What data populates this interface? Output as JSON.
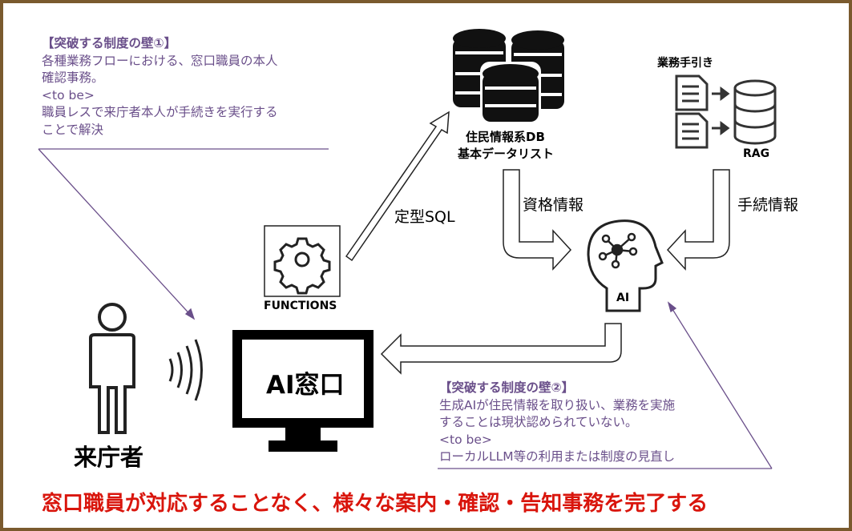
{
  "note1": {
    "title": "【突破する制度の壁①】",
    "lines": [
      "各種業務フローにおける、窓口職員の本人",
      "確認事務。",
      "<to be>",
      "職員レスで来庁者本人が手続きを実行する",
      "ことで解決"
    ]
  },
  "note2": {
    "title": "【突破する制度の壁②】",
    "lines": [
      "生成AIが住民情報を取り扱い、業務を実施",
      "することは現状認められていない。",
      "<to be>",
      "ローカルLLM等の利用または制度の見直し"
    ]
  },
  "db": {
    "line1": "住民情報系DB",
    "line2": "基本データリスト"
  },
  "manual": {
    "label": "業務手引き"
  },
  "rag": {
    "label": "RAG"
  },
  "functions": {
    "label": "FUNCTIONS"
  },
  "ai": {
    "label": "AI"
  },
  "monitor": {
    "label": "AI窓口"
  },
  "visitor": {
    "label": "来庁者"
  },
  "edges": {
    "sql": "定型SQL",
    "qualification": "資格情報",
    "procedure": "手続情報"
  },
  "footer": {
    "text": "窓口職員が対応することなく、様々な案内・確認・告知事務を完了する"
  },
  "colors": {
    "border": "#7a5a2e",
    "note": "#6a4f8a",
    "footer": "#d9150c"
  }
}
